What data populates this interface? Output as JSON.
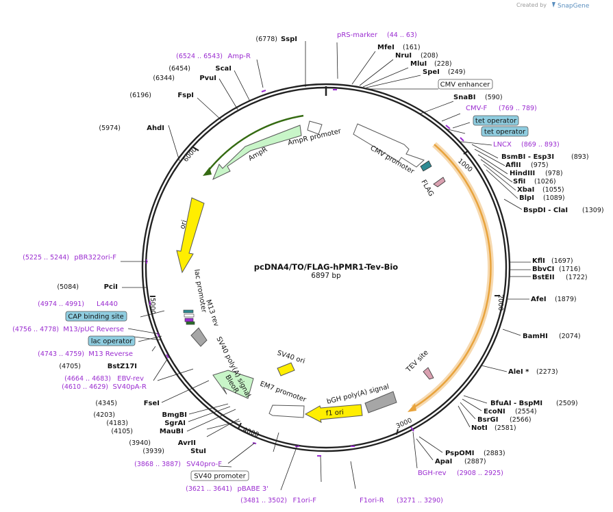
{
  "header": {
    "credit": "Created by",
    "brand": "SnapGene"
  },
  "plasmid": {
    "name": "pcDNA4/TO/FLAG-hPMR1-Tev-Bio",
    "size_label": "6897 bp",
    "length": 6897
  },
  "ticks": [
    "1000",
    "2000",
    "3000",
    "4000",
    "5000",
    "6000"
  ],
  "enzymes": [
    {
      "name": "SspI",
      "pos": "(6778)",
      "bp": 6778
    },
    {
      "name": "MfeI",
      "pos": "(161)",
      "bp": 161
    },
    {
      "name": "NruI",
      "pos": "(208)",
      "bp": 208
    },
    {
      "name": "MluI",
      "pos": "(228)",
      "bp": 228
    },
    {
      "name": "SpeI",
      "pos": "(249)",
      "bp": 249
    },
    {
      "name": "SnaBI",
      "pos": "(590)",
      "bp": 590
    },
    {
      "name": "BsmBI - Esp3I",
      "pos": "(893)",
      "bp": 893
    },
    {
      "name": "AflII",
      "pos": "(975)",
      "bp": 975
    },
    {
      "name": "HindIII",
      "pos": "(978)",
      "bp": 978
    },
    {
      "name": "SfiI",
      "pos": "(1026)",
      "bp": 1026
    },
    {
      "name": "XbaI",
      "pos": "(1055)",
      "bp": 1055
    },
    {
      "name": "BlpI",
      "pos": "(1089)",
      "bp": 1089
    },
    {
      "name": "BspDI - ClaI",
      "pos": "(1309)",
      "bp": 1309
    },
    {
      "name": "KflI",
      "pos": "(1697)",
      "bp": 1697
    },
    {
      "name": "BbvCI",
      "pos": "(1716)",
      "bp": 1716
    },
    {
      "name": "BstEII",
      "pos": "(1722)",
      "bp": 1722
    },
    {
      "name": "AfeI",
      "pos": "(1879)",
      "bp": 1879
    },
    {
      "name": "BamHI",
      "pos": "(2074)",
      "bp": 2074
    },
    {
      "name": "AleI *",
      "pos": "(2273)",
      "bp": 2273
    },
    {
      "name": "BfuAI - BspMI",
      "pos": "(2509)",
      "bp": 2509
    },
    {
      "name": "EcoNI",
      "pos": "(2554)",
      "bp": 2554
    },
    {
      "name": "BsrGI",
      "pos": "(2566)",
      "bp": 2566
    },
    {
      "name": "NotI",
      "pos": "(2581)",
      "bp": 2581
    },
    {
      "name": "PspOMI",
      "pos": "(2883)",
      "bp": 2883
    },
    {
      "name": "ApaI",
      "pos": "(2887)",
      "bp": 2887
    },
    {
      "name": "AvrII",
      "pos": "(3940)",
      "bp": 3940
    },
    {
      "name": "StuI",
      "pos": "(3939)",
      "bp": 3939
    },
    {
      "name": "MauBI",
      "pos": "(4105)",
      "bp": 4105
    },
    {
      "name": "SgrAI",
      "pos": "(4183)",
      "bp": 4183
    },
    {
      "name": "BmgBI",
      "pos": "(4203)",
      "bp": 4203
    },
    {
      "name": "FseI",
      "pos": "(4345)",
      "bp": 4345
    },
    {
      "name": "BstZ17I",
      "pos": "(4705)",
      "bp": 4705
    },
    {
      "name": "PciI",
      "pos": "(5084)",
      "bp": 5084
    },
    {
      "name": "AhdI",
      "pos": "(5974)",
      "bp": 5974
    },
    {
      "name": "FspI",
      "pos": "(6196)",
      "bp": 6196
    },
    {
      "name": "PvuI",
      "pos": "(6344)",
      "bp": 6344
    },
    {
      "name": "ScaI",
      "pos": "(6454)",
      "bp": 6454
    }
  ],
  "primers": [
    {
      "name": "pRS-marker",
      "pos": "(44 .. 63)"
    },
    {
      "name": "Amp-R",
      "pos": "(6524 .. 6543)"
    },
    {
      "name": "CMV-F",
      "pos": "(769 .. 789)"
    },
    {
      "name": "LNCX",
      "pos": "(869 .. 893)"
    },
    {
      "name": "pBR322ori-F",
      "pos": "(5225 .. 5244)"
    },
    {
      "name": "L4440",
      "pos": "(4974 .. 4991)"
    },
    {
      "name": "M13/pUC Reverse",
      "pos": "(4756 .. 4778)"
    },
    {
      "name": "M13 Reverse",
      "pos": "(4743 .. 4759)"
    },
    {
      "name": "EBV-rev",
      "pos": "(4664 .. 4683)"
    },
    {
      "name": "SV40pA-R",
      "pos": "(4610 .. 4629)"
    },
    {
      "name": "SV40pro-F",
      "pos": "(3868 .. 3887)"
    },
    {
      "name": "pBABE 3'",
      "pos": "(3621 .. 3641)"
    },
    {
      "name": "F1ori-F",
      "pos": "(3481 .. 3502)"
    },
    {
      "name": "F1ori-R",
      "pos": "(3271 .. 3290)"
    },
    {
      "name": "BGH-rev",
      "pos": "(2908 .. 2925)"
    }
  ],
  "boxed": [
    "CMV enhancer",
    "tet operator",
    "tet operator",
    "CAP binding site",
    "lac operator",
    "SV40 promoter"
  ],
  "features": {
    "cmv_promoter": "CMV promoter",
    "flag": "FLAG",
    "tev_site": "TEV site",
    "bgh_polya": "bGH poly(A) signal",
    "f1_ori": "f1 ori",
    "sv40_ori": "SV40 ori",
    "em7_promoter": "EM7 promoter",
    "bleor": "BleoR",
    "sv40_polya": "SV40 poly(A) signal",
    "m13_rev": "M13 rev",
    "lac_promoter": "lac promoter",
    "ori": "ori",
    "ampr": "AmpR",
    "ampr_promoter": "AmpR promoter"
  }
}
